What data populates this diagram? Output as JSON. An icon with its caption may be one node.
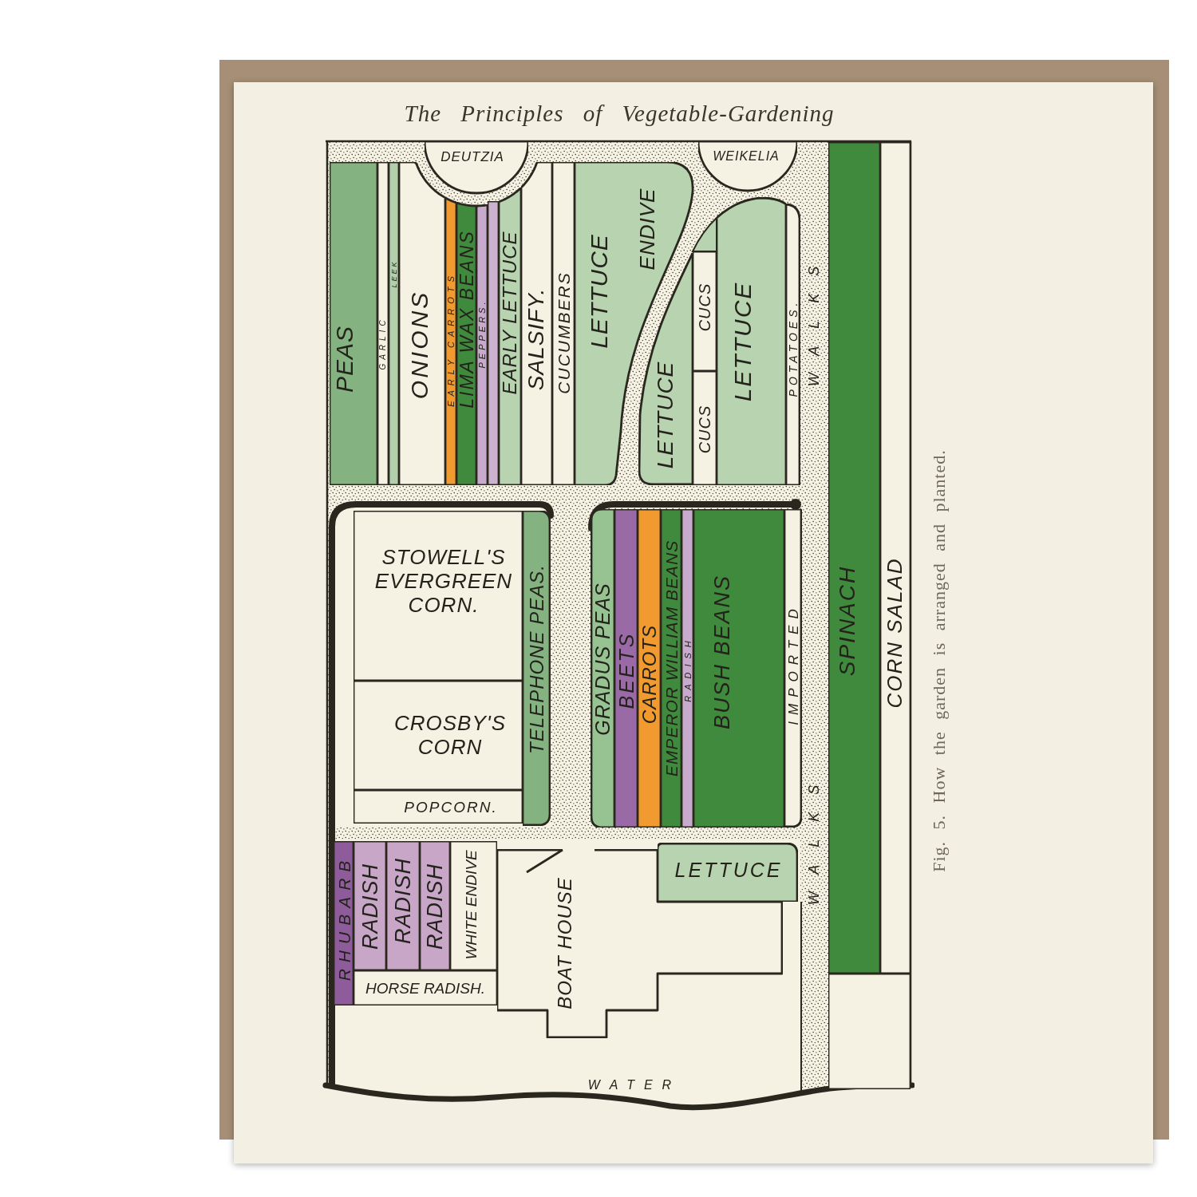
{
  "diagram": {
    "title": "The Principles of Vegetable-Gardening",
    "caption": "Fig. 5. How the garden is arranged and planted.",
    "nodes": [
      {
        "text": [
          "DEUTZIA"
        ]
      },
      {
        "text": [
          "WEIKELIA"
        ]
      },
      {
        "text": [
          "PEAS"
        ]
      },
      {
        "text": [
          "GARLIC"
        ]
      },
      {
        "text": [
          "LEEK"
        ]
      },
      {
        "text": [
          "ONIONS"
        ]
      },
      {
        "text": [
          "EARLY CARROTS"
        ]
      },
      {
        "text": [
          "LIMA WAX BEANS"
        ]
      },
      {
        "text": [
          "PEPPERS."
        ]
      },
      {
        "text": [],
        "shape": "bar"
      },
      {
        "text": [
          "EARLY LETTUCE"
        ]
      },
      {
        "text": [
          "SALSIFY."
        ]
      },
      {
        "text": [
          "CUCUMBERS"
        ]
      },
      {
        "text": [
          "LETTUCE",
          "ENDIVE"
        ]
      },
      {
        "text": [
          "LETTUCE"
        ]
      },
      {
        "text": [
          "CUCS"
        ]
      },
      {
        "text": [
          "CUCS"
        ]
      },
      {
        "text": [
          "LETTUCE"
        ]
      },
      {
        "text": [
          "POTATOES."
        ]
      },
      {
        "text": [
          "SPINACH"
        ]
      },
      {
        "text": [
          "CORN SALAD"
        ]
      },
      {
        "text": [
          "STOWELL'S EVERGREEN CORN."
        ]
      },
      {
        "text": [
          "CROSBY'S CORN"
        ]
      },
      {
        "text": [
          "POPCORN."
        ]
      },
      {
        "text": [
          "TELEPHONE PEAS."
        ]
      },
      {
        "text": [
          "GRADUS PEAS"
        ]
      },
      {
        "text": [
          "BEETS"
        ]
      },
      {
        "text": [
          "CARROTS"
        ]
      },
      {
        "text": [
          "EMPEROR WILLIAM BEANS"
        ]
      },
      {
        "text": [
          "RADISH"
        ]
      },
      {
        "text": [
          "BUSH BEANS"
        ]
      },
      {
        "text": [
          "IMPORTED"
        ]
      },
      {
        "text": [
          "RHUBARB"
        ]
      },
      {
        "text": [
          "RADISH"
        ]
      },
      {
        "text": [
          "RADISH"
        ]
      },
      {
        "text": [
          "RADISH"
        ]
      },
      {
        "text": [
          "WHITE ENDIVE"
        ]
      },
      {
        "text": [
          "HORSE RADISH."
        ]
      },
      {
        "text": [
          "BOAT HOUSE"
        ]
      },
      {
        "text": [
          "LETTUCE"
        ]
      },
      {
        "text": [],
        "shape": "box"
      }
    ],
    "labels": [
      "WALKS",
      "WALKS",
      "WATER"
    ]
  }
}
